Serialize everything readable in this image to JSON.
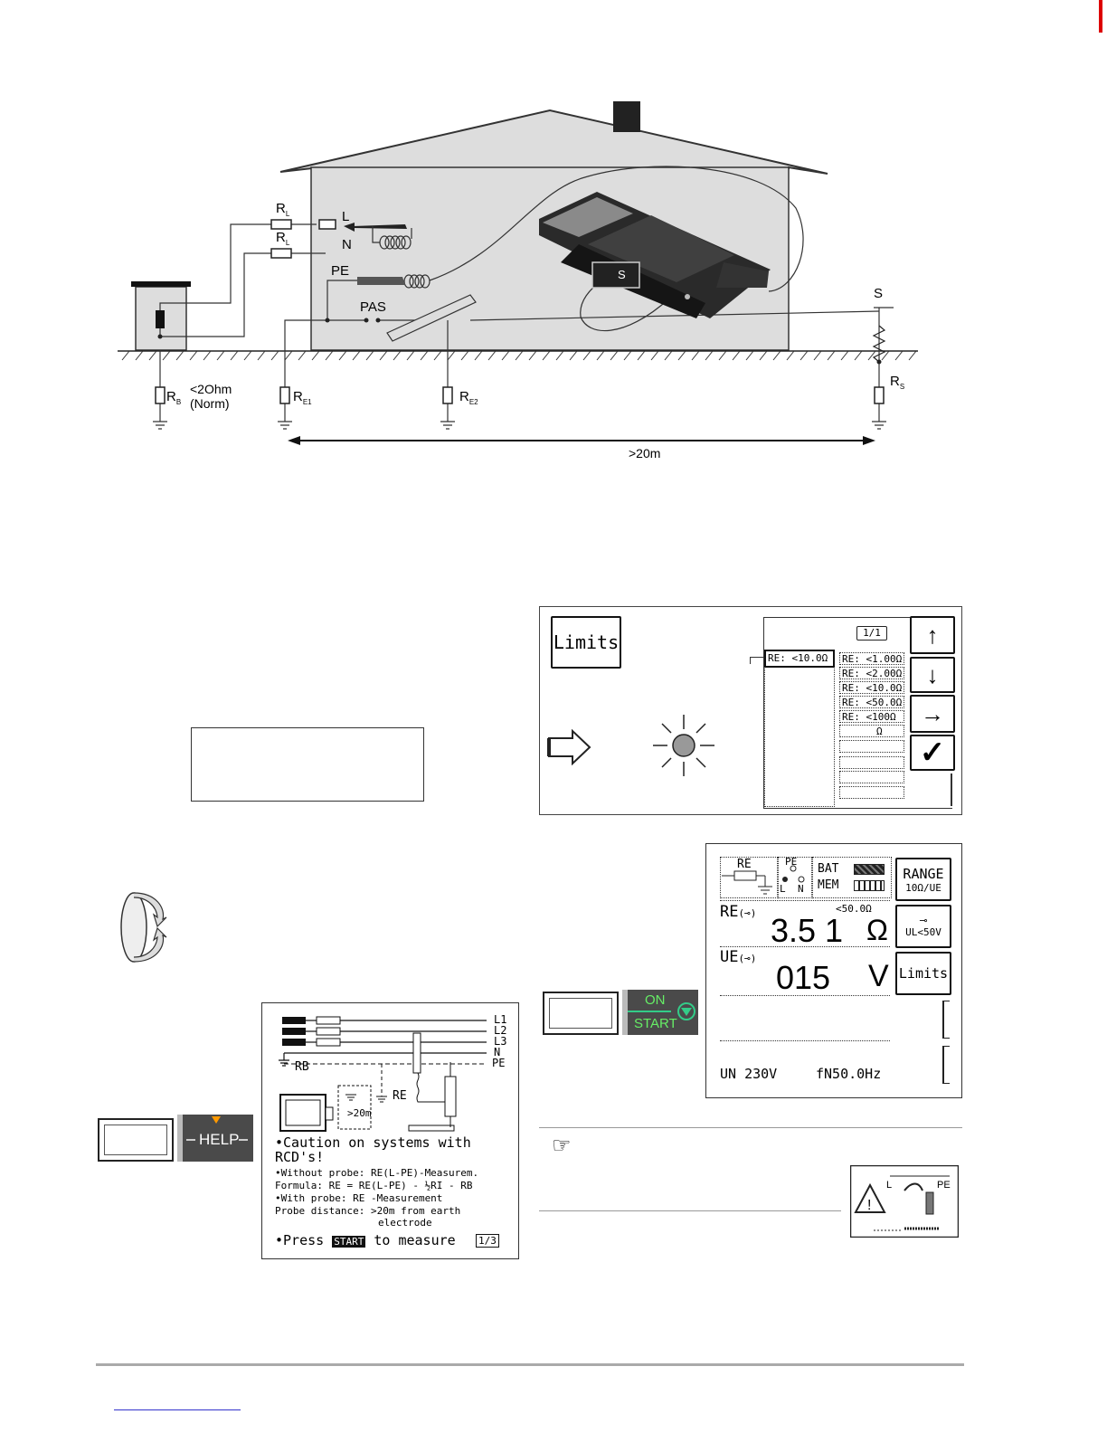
{
  "diagram": {
    "labels": {
      "rl1": "R",
      "rl1_sub": "L",
      "rl2": "R",
      "rl2_sub": "L",
      "l": "L",
      "n": "N",
      "pe": "PE",
      "pas": "PAS",
      "s": "S",
      "rs": "R",
      "rs_sub": "S",
      "rb": "R",
      "rb_sub": "B",
      "rb_note1": "<2Ohm",
      "rb_note2": "(Norm)",
      "re1": "R",
      "re1_sub": "E1",
      "re2": "R",
      "re2_sub": "E2",
      "distance": ">20m",
      "device_s": "S"
    }
  },
  "limits_screen": {
    "title": "Limits",
    "page": "1/1",
    "selected": "RE: <10.0Ω",
    "options": [
      "RE: <1.00Ω",
      "RE: <2.00Ω",
      "RE: <10.0Ω",
      "RE: <50.0Ω",
      "RE: <100Ω",
      "Ω"
    ],
    "up": "↑",
    "down": "↓",
    "right": "→",
    "confirm": "✓"
  },
  "measure_screen": {
    "mode_label": "RE",
    "pe_label": "PE",
    "l_label": "L",
    "n_label": "N",
    "bat_label": "BAT",
    "mem_label": "MEM",
    "range_label": "RANGE",
    "range_value": "10Ω/UE",
    "re_label": "RE",
    "limit_value": "<50.0Ω",
    "re_value": "3.5 1",
    "re_unit": "Ω",
    "ul_label": "UL<50V",
    "ue_label": "UE",
    "ue_value": "015",
    "ue_unit": "V",
    "limits_button": "Limits",
    "un_label": "UN 230V",
    "fn_label": "fN50.0Hz"
  },
  "start_key": {
    "on": "ON",
    "start": "START"
  },
  "help_key": {
    "label": "HELP"
  },
  "help_screen": {
    "l1": "L1",
    "l2": "L2",
    "l3": "L3",
    "n": "N",
    "pe": "PE",
    "rb": "RB",
    "re": "RE",
    "dist": ">20m",
    "line1": "•Caution on systems with",
    "line2": " RCD's!",
    "line3": "•Without probe: RE(L-PE)-Measurem.",
    "line4": " Formula: RE = RE(L-PE) - ½RI - RB",
    "line5": "•With probe: RE -Measurement",
    "line6": " Probe distance: >20m from earth",
    "line7": "electrode",
    "line8a": "•Press",
    "line8b": "START",
    "line8c": "to measure",
    "page": "1/3"
  },
  "warning_icon": {
    "l": "L",
    "pe": "PE"
  }
}
